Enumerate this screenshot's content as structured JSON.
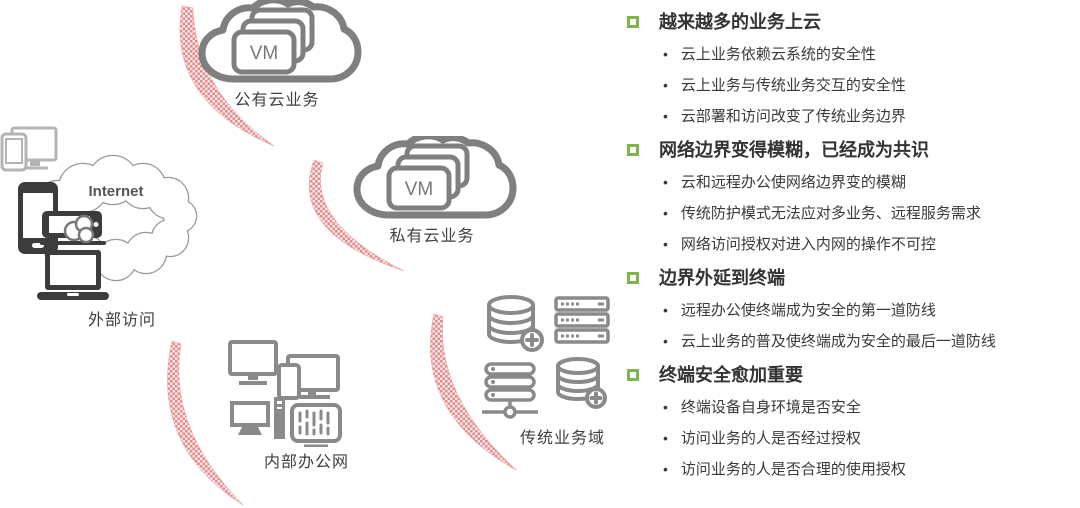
{
  "colors": {
    "accent_green": "#7ab648",
    "arc_red": "#e58a8a",
    "icon_gray": "#8a8a8a",
    "device_dark": "#3c3c3c",
    "text_dark": "#3a3a3a"
  },
  "diagram": {
    "public_cloud": {
      "label": "公有云业务",
      "vm_label": "VM"
    },
    "private_cloud": {
      "label": "私有云业务",
      "vm_label": "VM"
    },
    "internet": {
      "label": "Internet",
      "caption": "外部访问"
    },
    "office_network": {
      "label": "内部办公网"
    },
    "traditional_domain": {
      "label": "传统业务域"
    }
  },
  "panel": {
    "item_bullet": "•",
    "sections": [
      {
        "title": "越来越多的业务上云",
        "items": [
          "云上业务依赖云系统的安全性",
          "云上业务与传统业务交互的安全性",
          "云部署和访问改变了传统业务边界"
        ]
      },
      {
        "title": "网络边界变得模糊，已经成为共识",
        "items": [
          "云和远程办公使网络边界变的模糊",
          "传统防护模式无法应对多业务、远程服务需求",
          "网络访问授权对进入内网的操作不可控"
        ]
      },
      {
        "title": "边界外延到终端",
        "items": [
          "远程办公使终端成为安全的第一道防线",
          "云上业务的普及使终端成为安全的最后一道防线"
        ]
      },
      {
        "title": "终端安全愈加重要",
        "items": [
          "终端设备自身环境是否安全",
          "访问业务的人是否经过授权",
          "访问业务的人是否合理的使用授权"
        ]
      }
    ]
  }
}
